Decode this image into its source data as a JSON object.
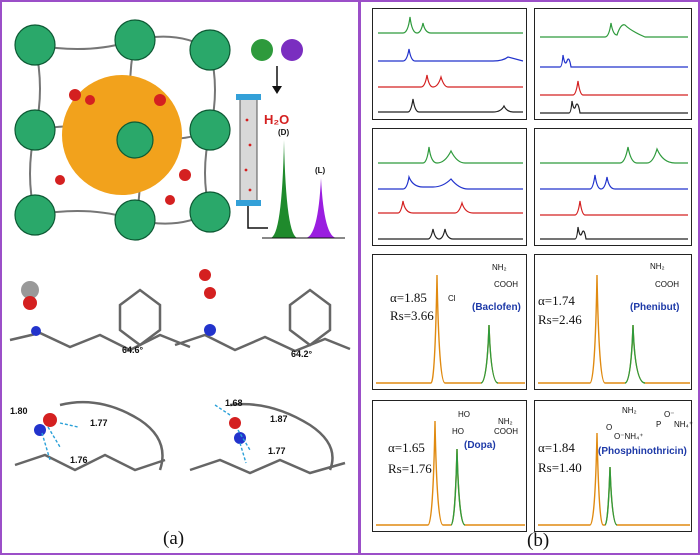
{
  "figure": {
    "panel_a_label": "(a)",
    "panel_b_label": "(b)",
    "water_label": "H₂O",
    "d_label": "(D)",
    "l_label": "(L)",
    "angle_left": "64.6°",
    "angle_right": "64.2°",
    "distances_left": [
      "1.80",
      "1.77",
      "1.76"
    ],
    "distances_right": [
      "1.68",
      "1.87",
      "1.77"
    ]
  },
  "chromatograms": [
    {
      "alpha": "α=1.85",
      "rs": "Rs=3.66",
      "compound": "(Baclofen)",
      "chem": [
        "NH₂",
        "COOH",
        "Cl"
      ]
    },
    {
      "alpha": "α=1.74",
      "rs": "Rs=2.46",
      "compound": "(Phenibut)",
      "chem": [
        "NH₂",
        "COOH"
      ]
    },
    {
      "alpha": "α=1.65",
      "rs": "Rs=1.76",
      "compound": "(Dopa)",
      "chem": [
        "HO",
        "HO",
        "NH₂",
        "COOH"
      ]
    },
    {
      "alpha": "α=1.84",
      "rs": "Rs=1.40",
      "compound": "(Phosphinothricin)",
      "chem": [
        "NH₂",
        "O",
        "O⁻NH₄⁺",
        "P",
        "O⁻",
        "NH₄⁺"
      ]
    }
  ],
  "colors": {
    "frame": "#9b4fc8",
    "green": "#2e9a3c",
    "blue": "#2233cc",
    "red": "#d42020",
    "black": "#222222",
    "orange": "#e08a10",
    "purple": "#9a1ee0",
    "mof": "#2aa86a",
    "sphere": "#f2a21c"
  }
}
